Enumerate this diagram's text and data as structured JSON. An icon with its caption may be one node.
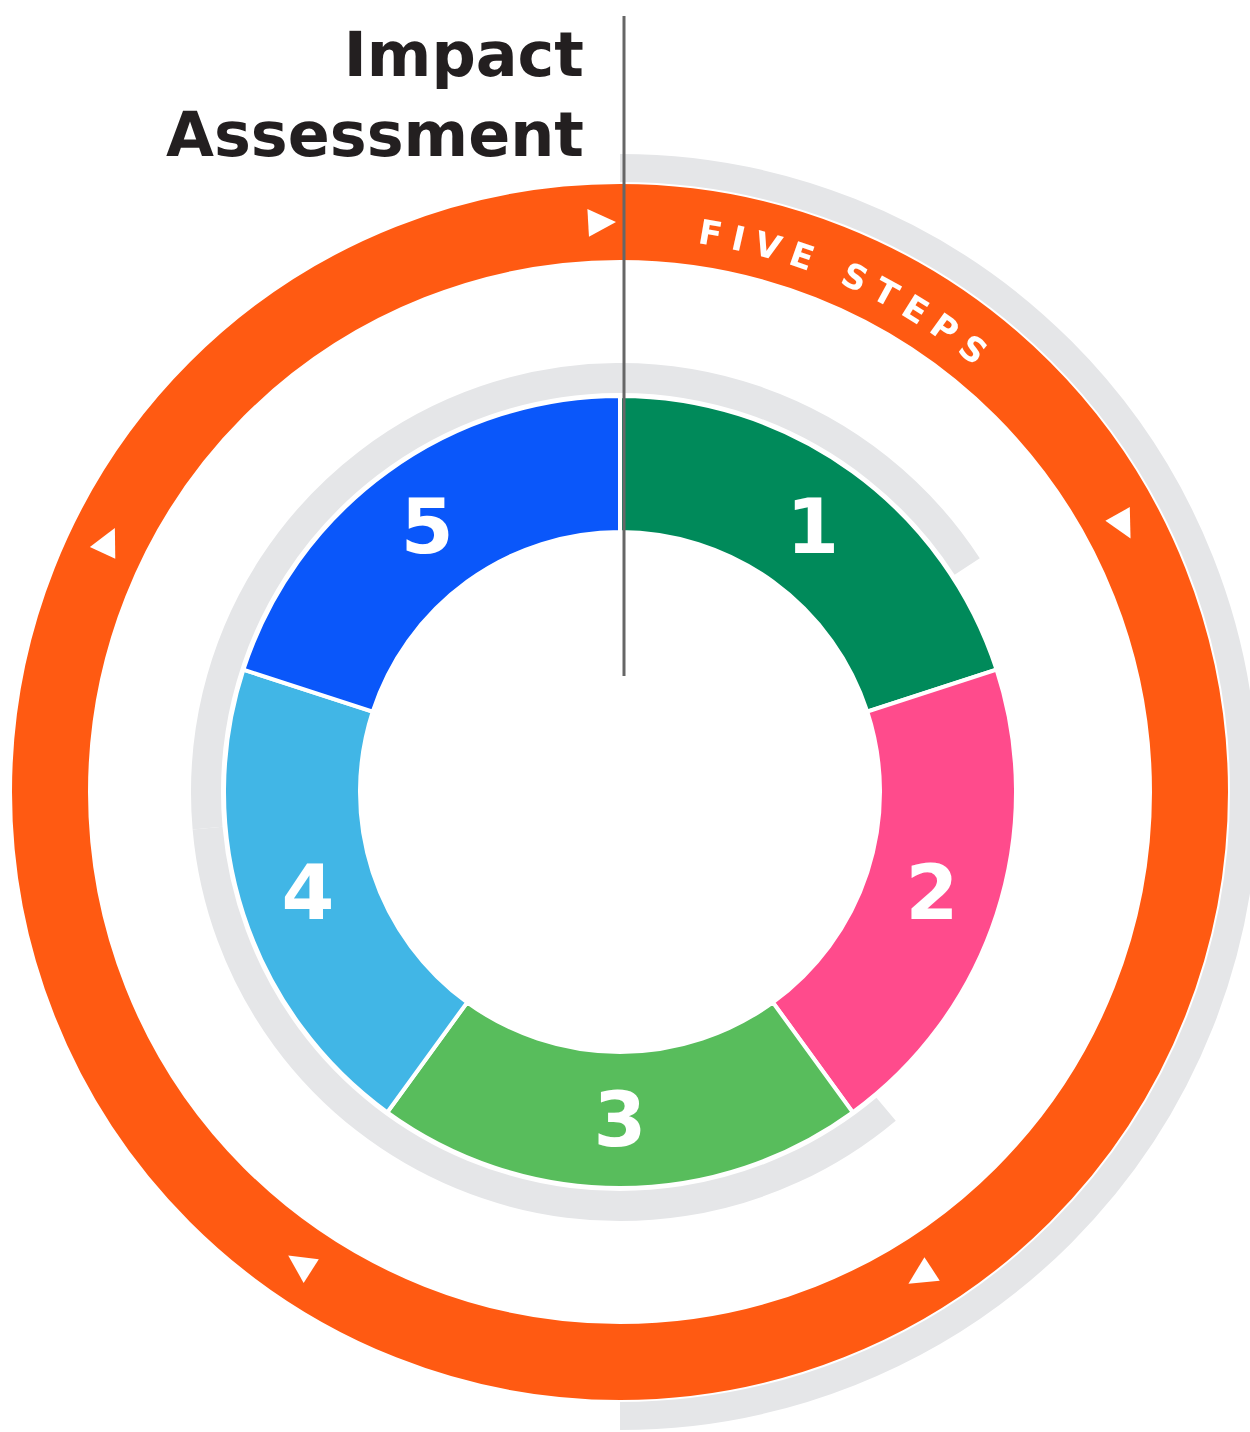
{
  "diagram": {
    "title": "Impact Assessment",
    "nodes": [
      {
        "text": [
          "1"
        ]
      },
      {
        "text": [
          "2"
        ]
      },
      {
        "text": [
          "3"
        ]
      },
      {
        "text": [
          "4"
        ]
      },
      {
        "text": [
          "5"
        ]
      }
    ],
    "labels": [
      "FIVE STEPS"
    ]
  }
}
